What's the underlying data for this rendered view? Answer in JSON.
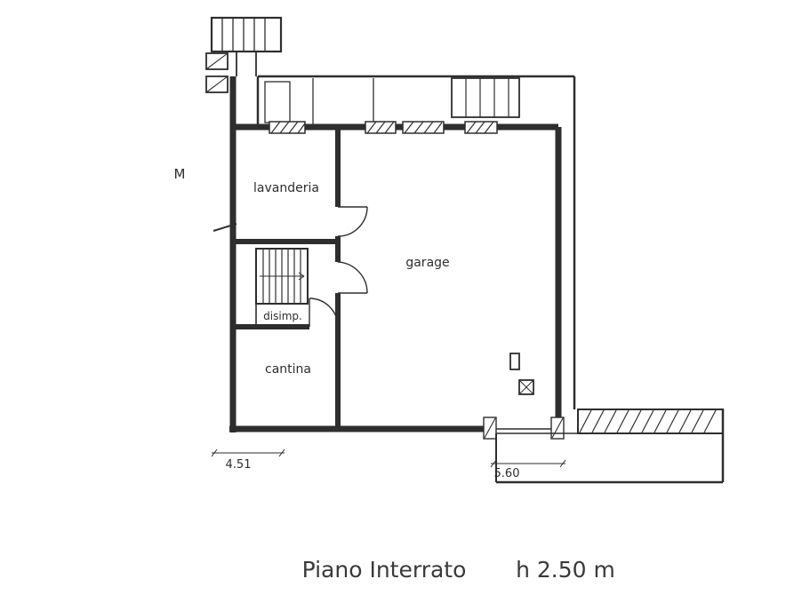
{
  "caption": {
    "name": "Piano Interrato",
    "height": "h 2.50 m"
  },
  "rooms": {
    "laundry": {
      "label": "lavanderia"
    },
    "garage": {
      "label": "garage"
    },
    "hall": {
      "label": "disimp."
    },
    "cellar": {
      "label": "cantina"
    }
  },
  "dimensions": {
    "left_width": "4.51",
    "ramp_width": "5.60"
  },
  "markers": {
    "wall_marker": "M"
  },
  "colors": {
    "ink": "#2e2e2e",
    "background": "#ffffff"
  }
}
